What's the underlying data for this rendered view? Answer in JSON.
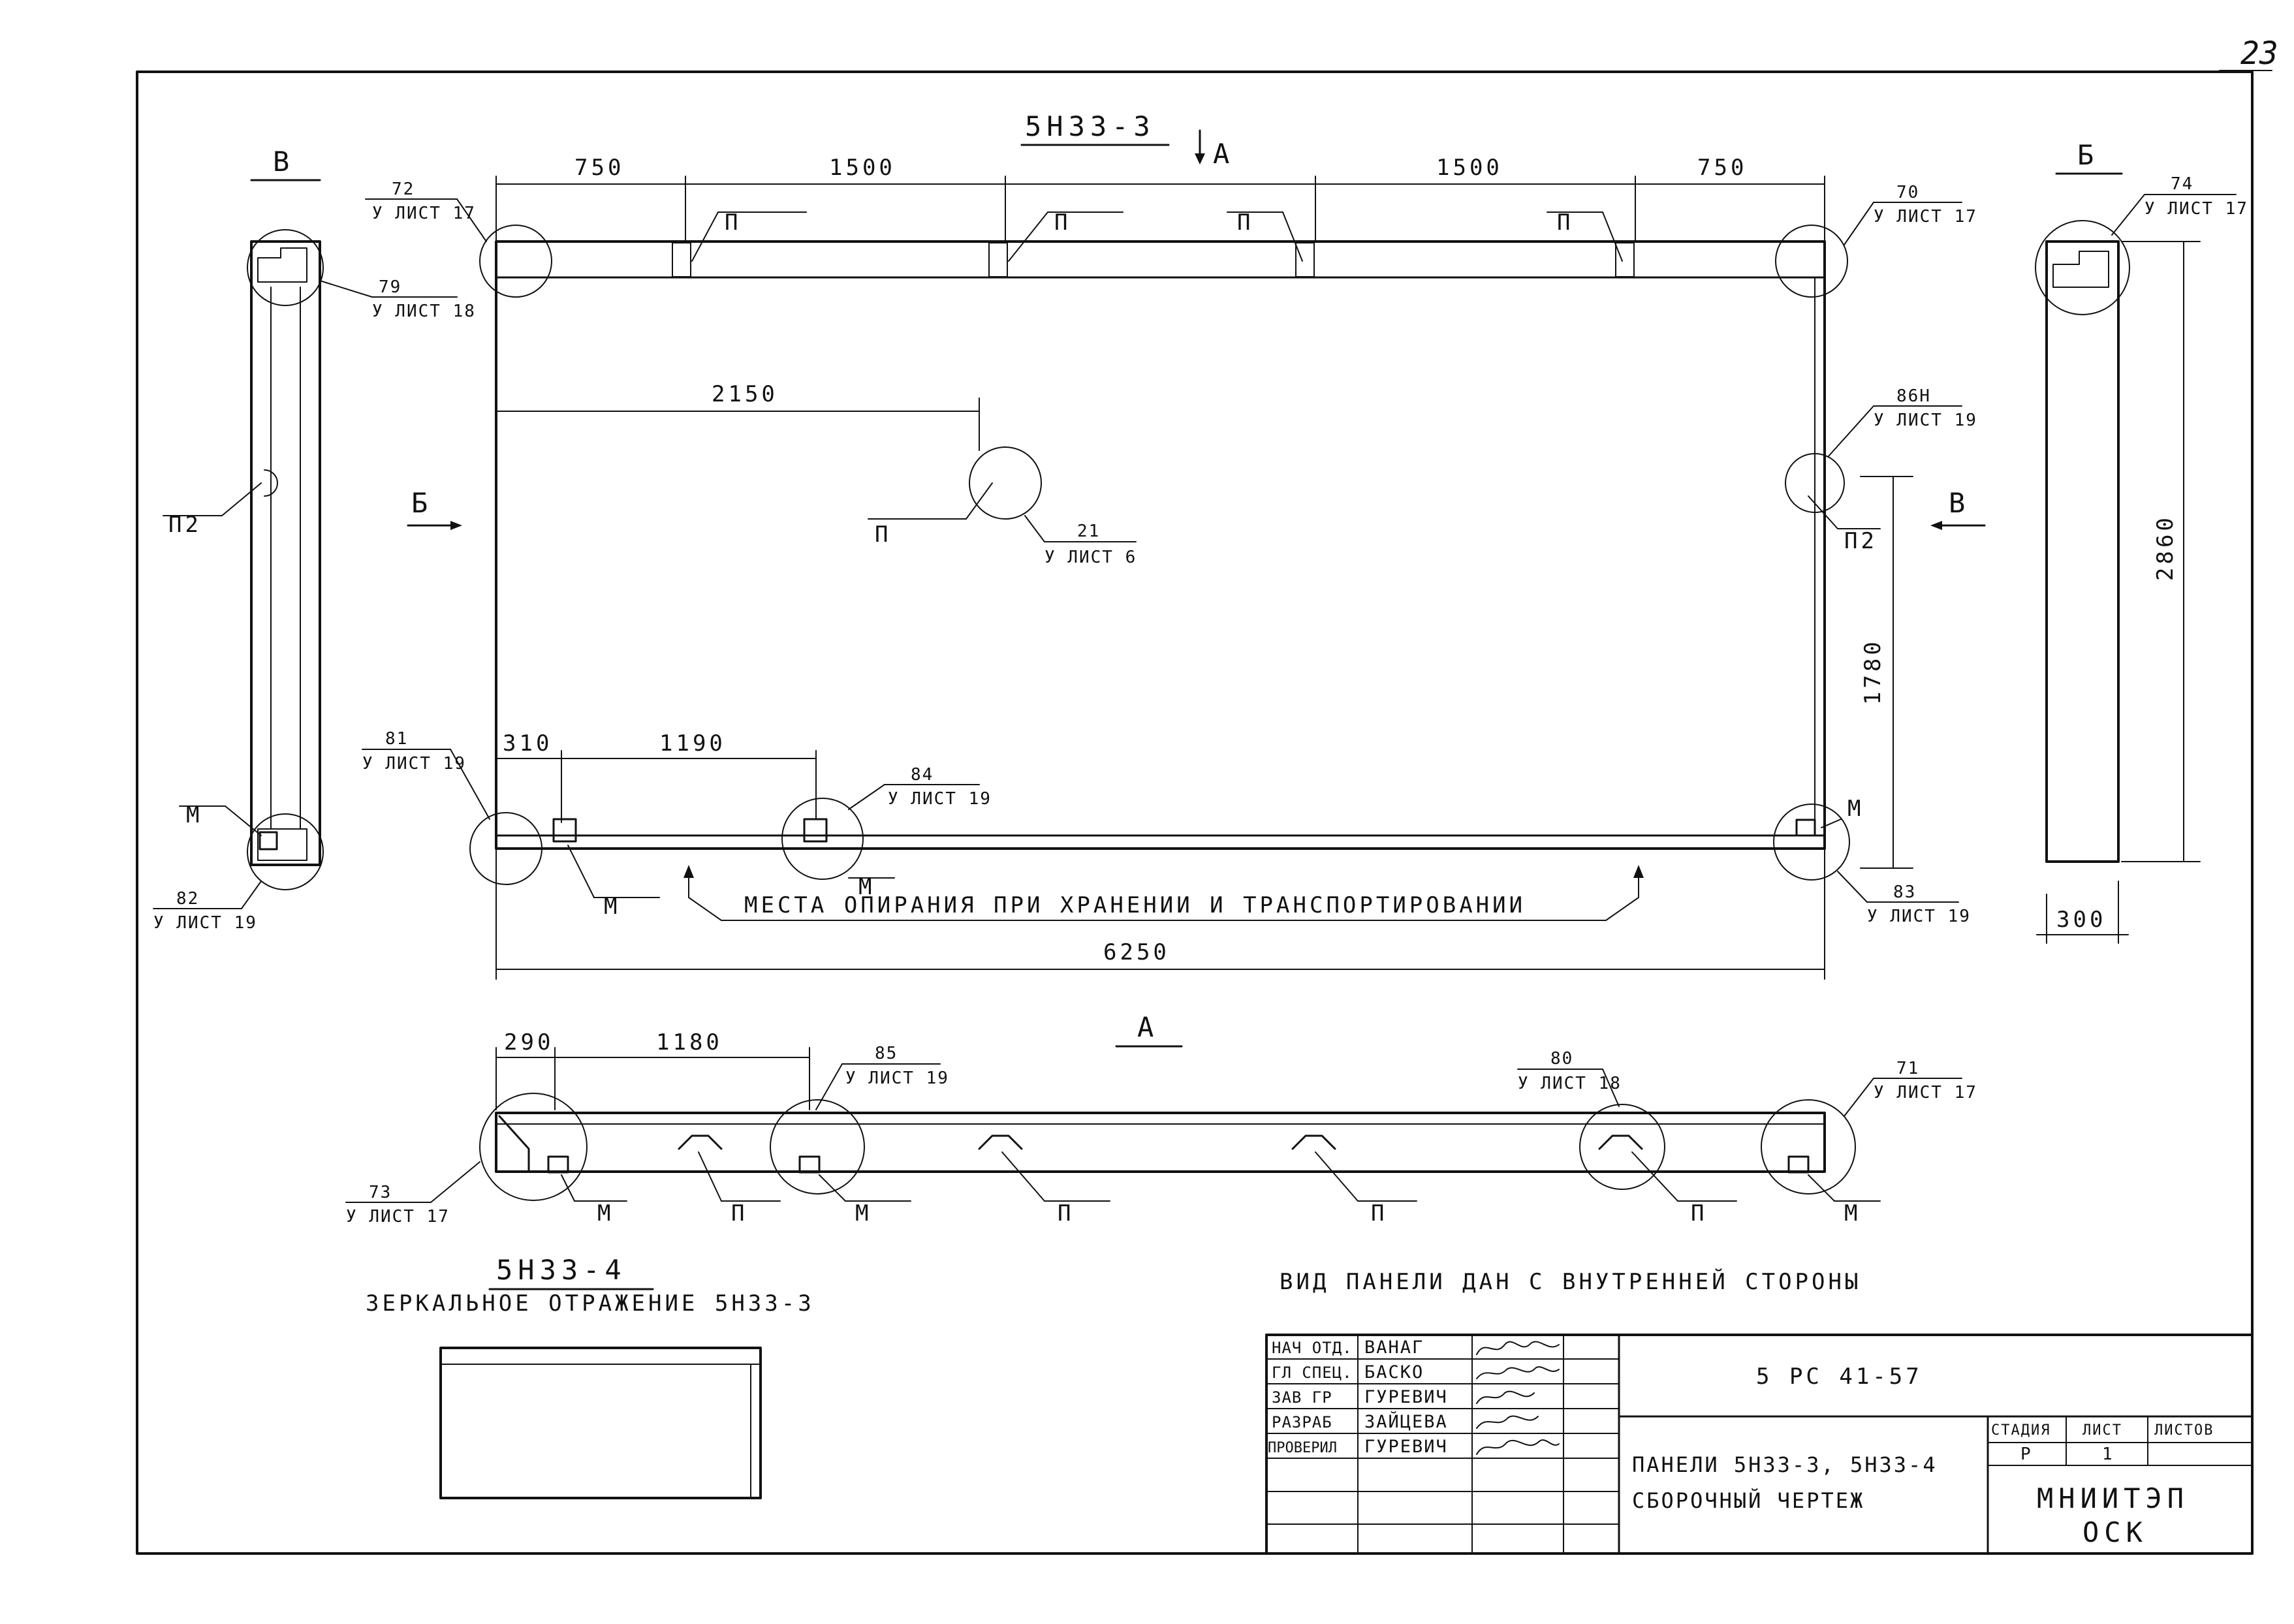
{
  "page_number": "23",
  "views": {
    "main_title": "5НЗ3-3",
    "section_a": "А",
    "section_b": "Б",
    "section_v": "В",
    "mirror_title": "5НЗ3-4",
    "mirror_note": "ЗЕРКАЛЬНОЕ ОТРАЖЕНИЕ 5НЗ3-3",
    "view_note": "ВИД ПАНЕЛИ ДАН С ВНУТРЕННЕЙ СТОРОНЫ",
    "support_note": "МЕСТА ОПИРАНИЯ ПРИ ХРАНЕНИИ И ТРАНСПОРТИРОВАНИИ"
  },
  "dimensions": {
    "top": [
      "750",
      "1500",
      "1500",
      "750"
    ],
    "d2150": "2150",
    "d310": "310",
    "d1190": "1190",
    "d6250": "6250",
    "d1780": "1780",
    "d2860": "2860",
    "d300": "300",
    "d290": "290",
    "d1180": "1180"
  },
  "marks": {
    "p": "П",
    "p2": "П2",
    "m": "М"
  },
  "callouts": [
    {
      "num": "72",
      "ref": "У ЛИСТ 17"
    },
    {
      "num": "70",
      "ref": "У ЛИСТ 17"
    },
    {
      "num": "79",
      "ref": "У ЛИСТ 18"
    },
    {
      "num": "86Н",
      "ref": "У ЛИСТ 19"
    },
    {
      "num": "21",
      "ref": "У ЛИСТ 6"
    },
    {
      "num": "81",
      "ref": "У ЛИСТ 19"
    },
    {
      "num": "84",
      "ref": "У ЛИСТ 19"
    },
    {
      "num": "82",
      "ref": "У ЛИСТ 19"
    },
    {
      "num": "83",
      "ref": "У ЛИСТ 19"
    },
    {
      "num": "74",
      "ref": "У ЛИСТ 17"
    },
    {
      "num": "85",
      "ref": "У ЛИСТ 19"
    },
    {
      "num": "80",
      "ref": "У ЛИСТ 18"
    },
    {
      "num": "71",
      "ref": "У ЛИСТ 17"
    },
    {
      "num": "73",
      "ref": "У ЛИСТ 17"
    }
  ],
  "title_block": {
    "roles": [
      "НАЧ ОТД.",
      "ГЛ СПЕЦ.",
      "ЗАВ ГР",
      "РАЗРАБ",
      "ПРОВЕРИЛ"
    ],
    "names": [
      "ВАНАГ",
      "БАСКО",
      "ГУРЕВИЧ",
      "ЗАЙЦЕВА",
      "ГУРЕВИЧ"
    ],
    "code": "5 РС 41-57",
    "title_line1": "ПАНЕЛИ 5НЗ3-3, 5НЗ3-4",
    "title_line2": "СБОРОЧНЫЙ ЧЕРТЕЖ",
    "stage_header": "СТАДИЯ",
    "sheet_header": "ЛИСТ",
    "sheets_header": "ЛИСТОВ",
    "stage": "Р",
    "sheet": "1",
    "org_line1": "МНИИТЭП",
    "org_line2": "ОСК"
  }
}
